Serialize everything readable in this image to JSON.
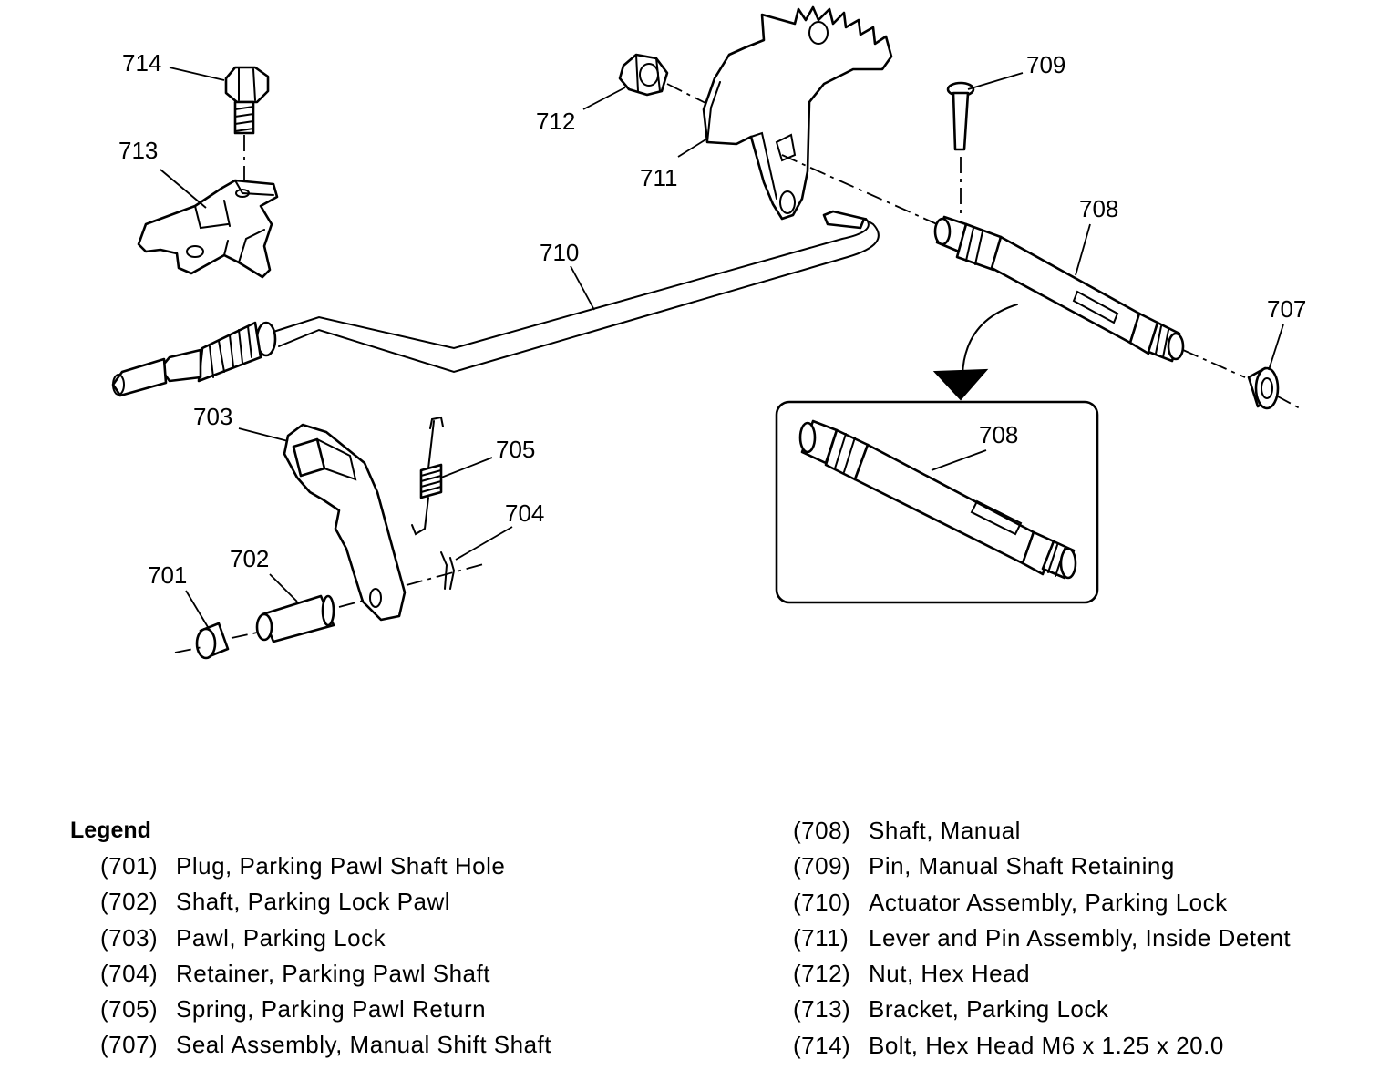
{
  "callouts": {
    "p701": "701",
    "p702": "702",
    "p703": "703",
    "p704": "704",
    "p705": "705",
    "p707": "707",
    "p708": "708",
    "p708_inset": "708",
    "p709": "709",
    "p710": "710",
    "p711": "711",
    "p712": "712",
    "p713": "713",
    "p714": "714"
  },
  "legend": {
    "title": "Legend",
    "left": [
      {
        "num": "(701)",
        "desc": "Plug, Parking Pawl Shaft Hole"
      },
      {
        "num": "(702)",
        "desc": "Shaft, Parking Lock Pawl"
      },
      {
        "num": "(703)",
        "desc": "Pawl, Parking Lock"
      },
      {
        "num": "(704)",
        "desc": "Retainer, Parking Pawl Shaft"
      },
      {
        "num": "(705)",
        "desc": "Spring, Parking Pawl Return"
      },
      {
        "num": "(707)",
        "desc": "Seal Assembly, Manual Shift Shaft"
      }
    ],
    "right": [
      {
        "num": "(708)",
        "desc": "Shaft, Manual"
      },
      {
        "num": "(709)",
        "desc": "Pin, Manual Shaft Retaining"
      },
      {
        "num": "(710)",
        "desc": "Actuator Assembly, Parking Lock"
      },
      {
        "num": "(711)",
        "desc": "Lever and Pin Assembly, Inside Detent"
      },
      {
        "num": "(712)",
        "desc": "Nut, Hex Head"
      },
      {
        "num": "(713)",
        "desc": "Bracket, Parking Lock"
      },
      {
        "num": "(714)",
        "desc": "Bolt, Hex Head M6 x 1.25 x 20.0"
      }
    ]
  }
}
